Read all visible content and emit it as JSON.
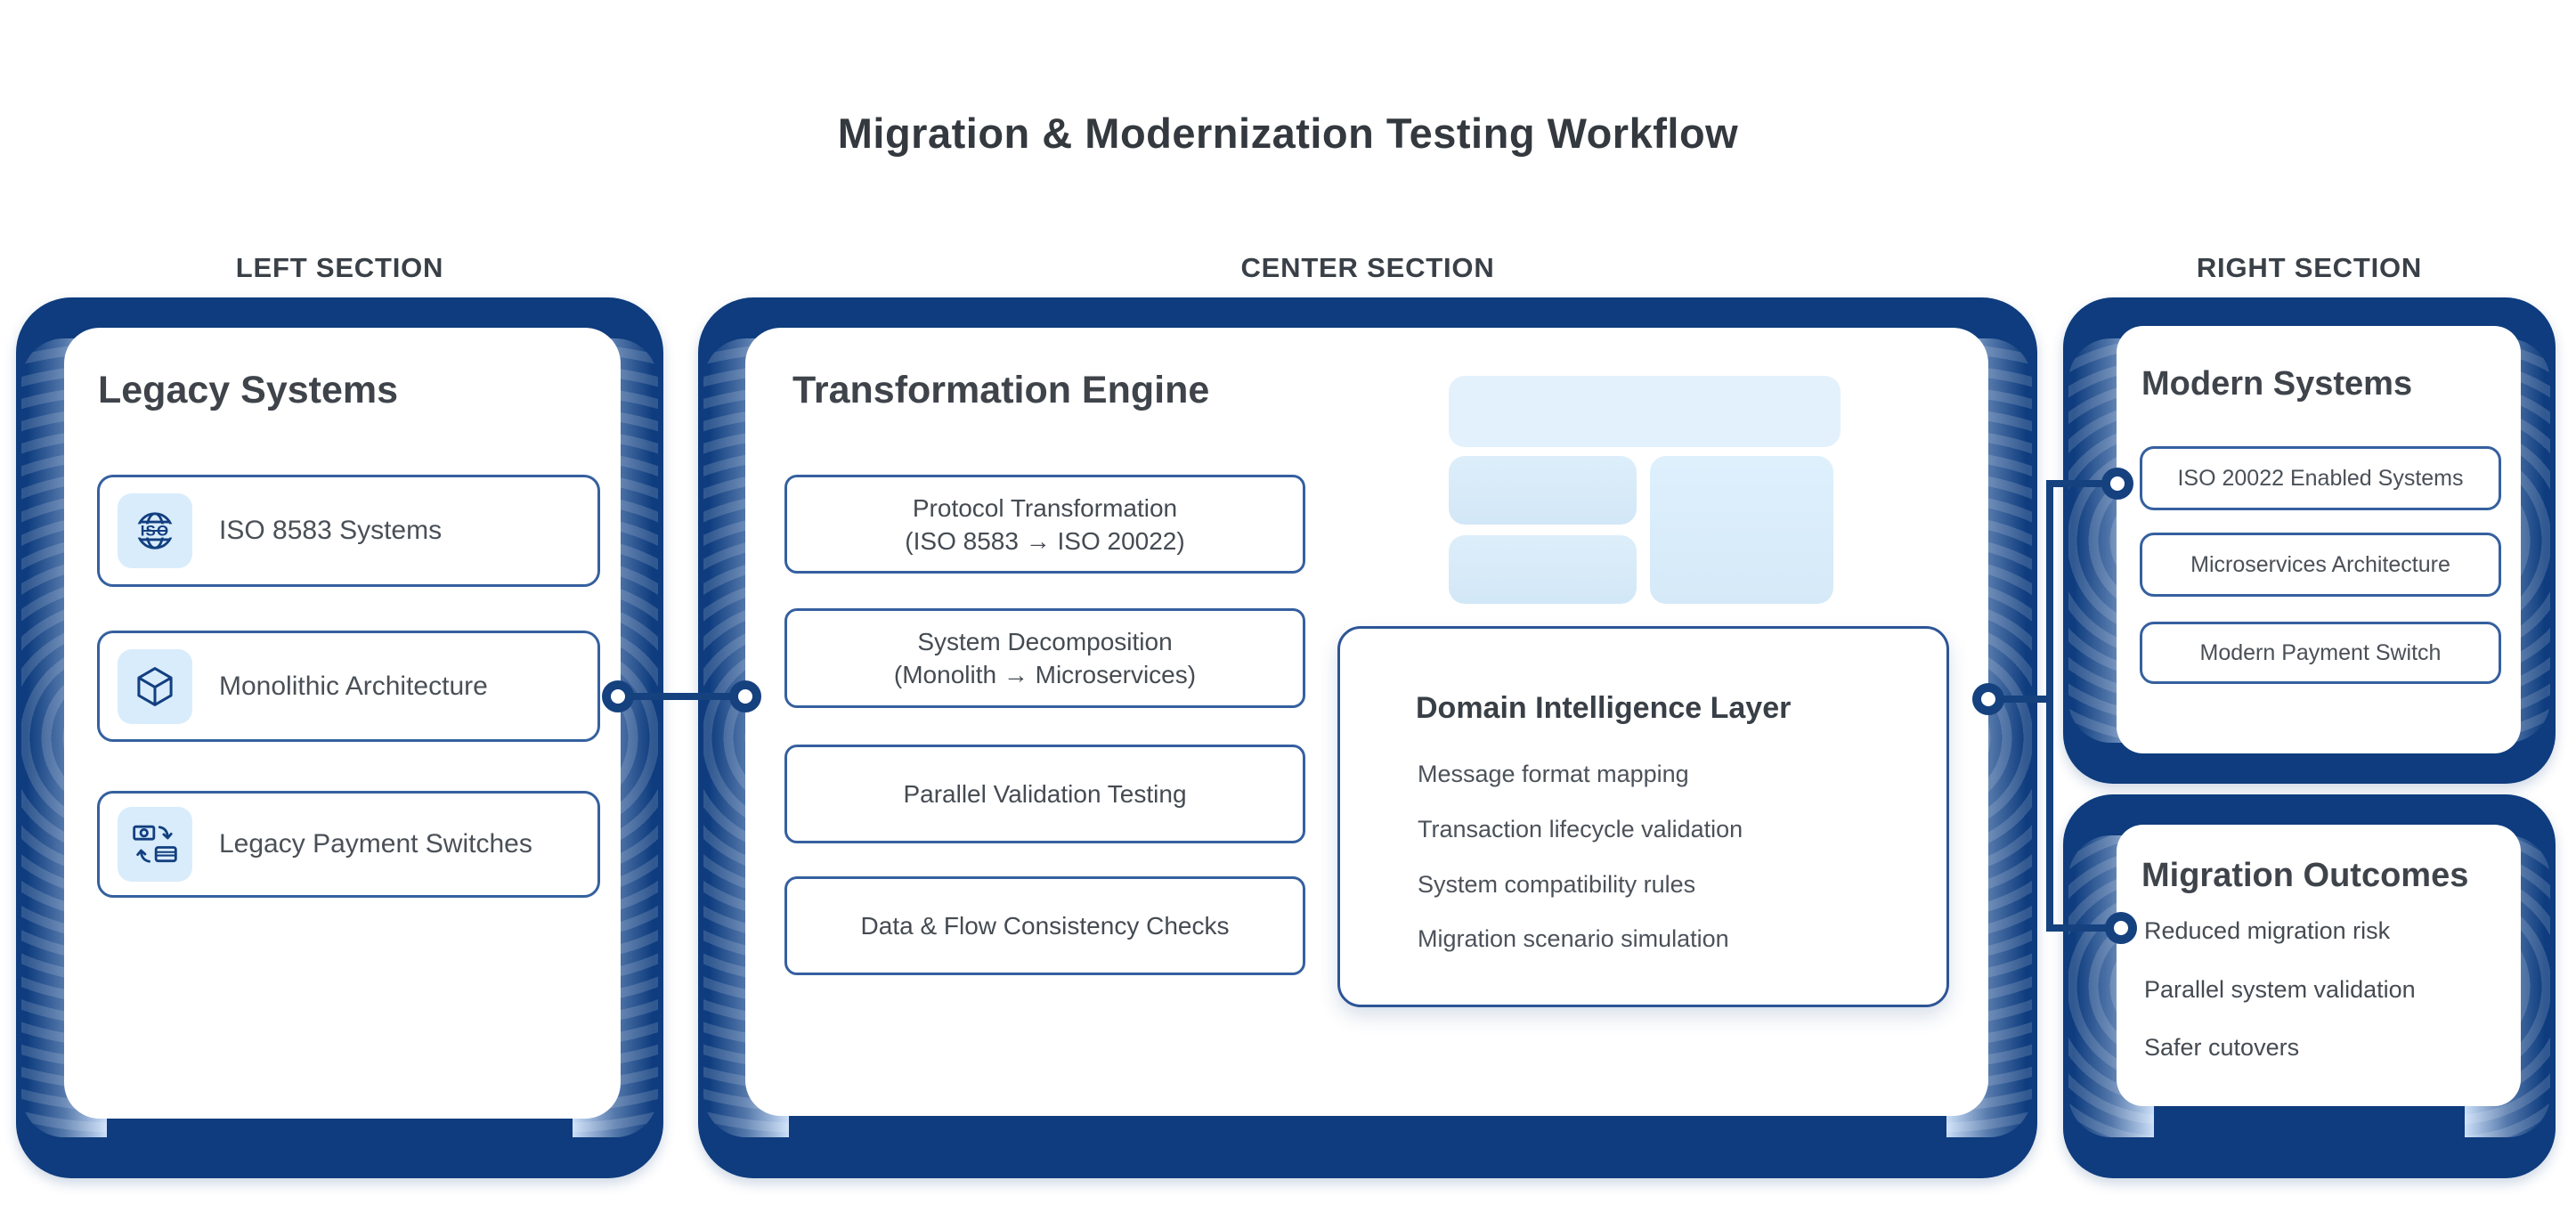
{
  "title": "Migration & Modernization Testing Workflow",
  "section_labels": {
    "left": "LEFT SECTION",
    "center": "CENTER SECTION",
    "right": "RIGHT SECTION"
  },
  "legacy": {
    "title": "Legacy Systems",
    "items": [
      {
        "label": "ISO 8583 Systems",
        "icon": "globe-iso-icon"
      },
      {
        "label": "Monolithic Architecture",
        "icon": "cube-icon"
      },
      {
        "label": "Legacy Payment Switches",
        "icon": "payment-switch-icon"
      }
    ]
  },
  "engine": {
    "title": "Transformation Engine",
    "steps": [
      {
        "line1": "Protocol Transformation",
        "line2": "(ISO 8583 → ISO 20022)"
      },
      {
        "line1": "System Decomposition",
        "line2": "(Monolith → Microservices)"
      },
      {
        "line1": "Parallel Validation Testing"
      },
      {
        "line1": "Data & Flow Consistency Checks"
      }
    ]
  },
  "domain": {
    "title": "Domain Intelligence Layer",
    "items": [
      "Message format mapping",
      "Transaction lifecycle validation",
      "System compatibility rules",
      "Migration scenario simulation"
    ]
  },
  "modern": {
    "title": "Modern Systems",
    "items": [
      "ISO 20022 Enabled Systems",
      "Microservices Architecture",
      "Modern Payment Switch"
    ]
  },
  "outcomes": {
    "title": "Migration Outcomes",
    "items": [
      "Reduced migration risk",
      "Parallel system validation",
      "Safer cutovers"
    ]
  },
  "colors": {
    "navy": "#0e3c7e",
    "connector": "#15417f",
    "box_border": "#35609f",
    "icon_tile": "#d9ecfb",
    "icon_glyph": "#123f80",
    "skeleton_light": "#e3f1fc",
    "skeleton_mid": "#d7eaf8",
    "title_text": "#34393f",
    "body_text": "#4a5057"
  }
}
